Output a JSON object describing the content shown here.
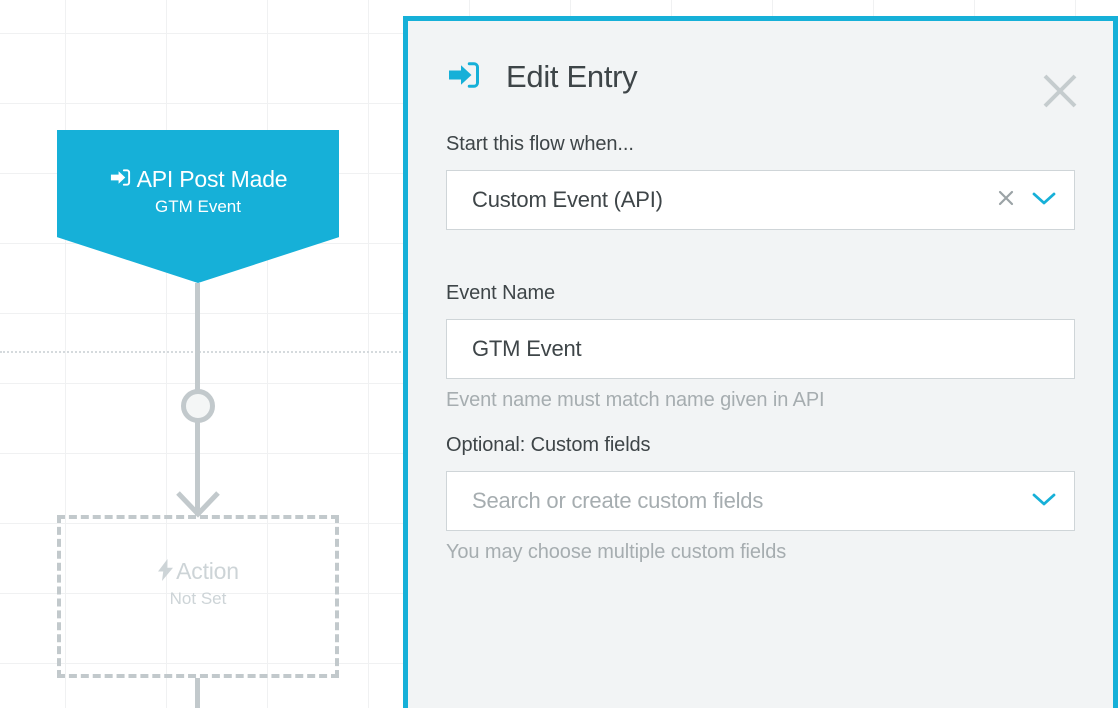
{
  "canvas": {
    "trigger_node": {
      "icon": "sign-in-icon",
      "title": "API Post Made",
      "subtitle": "GTM Event",
      "color": "#16b0d8"
    },
    "action_node": {
      "icon": "lightning-bolt-icon",
      "title": "Action",
      "subtitle": "Not Set",
      "color": "#cdd4d7"
    }
  },
  "panel": {
    "accent_color": "#16b0d8",
    "background_color": "#f2f4f5",
    "header": {
      "icon": "sign-in-icon",
      "title": "Edit Entry",
      "close_icon": "close-icon"
    },
    "fields": [
      {
        "label": "Start this flow when...",
        "value": "Custom Event (API)",
        "placeholder": "",
        "hint": "",
        "has_clear": true,
        "has_caret": true
      },
      {
        "label": "Event Name",
        "value": "GTM Event",
        "placeholder": "",
        "hint": "Event name must match name given in API",
        "has_clear": false,
        "has_caret": false
      },
      {
        "label": "Optional: Custom fields",
        "value": "",
        "placeholder": "Search or create custom fields",
        "hint": "You may choose multiple custom fields",
        "has_clear": false,
        "has_caret": true
      }
    ]
  }
}
